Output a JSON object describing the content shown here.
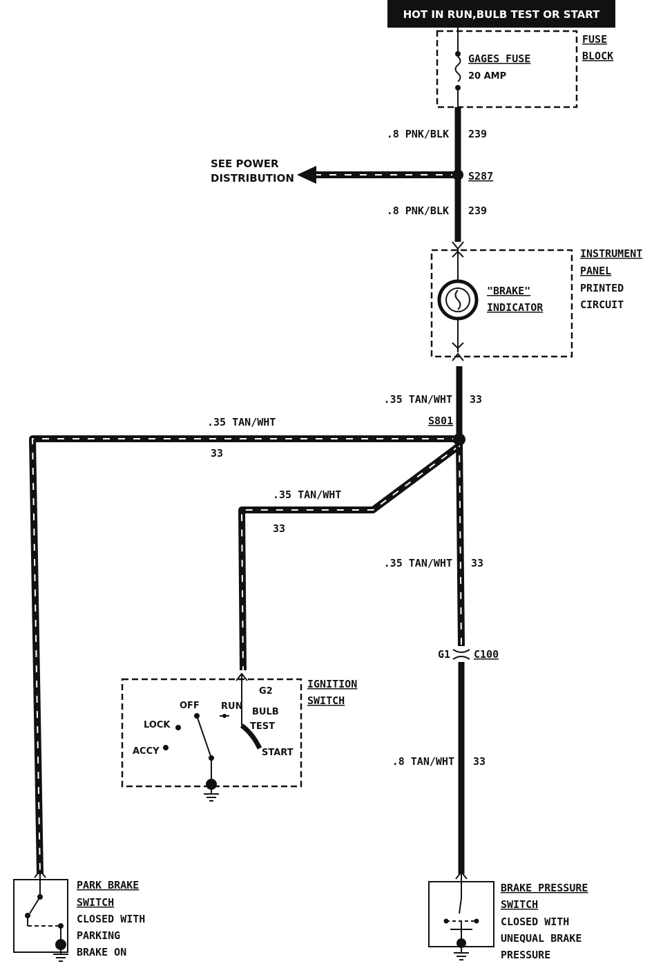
{
  "header": {
    "power_label": "HOT IN RUN,BULB TEST OR START"
  },
  "fuse_block": {
    "title_line1": "FUSE",
    "title_line2": "BLOCK",
    "fuse_name": "GAGES FUSE",
    "fuse_rating": "20 AMP"
  },
  "wires": {
    "w239_upper_size": ".8 PNK/BLK",
    "w239_upper_circuit": "239",
    "splice_s287": "S287",
    "power_distribution_line1": "SEE POWER",
    "power_distribution_line2": "DISTRIBUTION",
    "w239_lower_size": ".8 PNK/BLK",
    "w239_lower_circuit": "239",
    "w33_a_size": ".35 TAN/WHT",
    "w33_a_circuit": "33",
    "splice_s801": "S801",
    "w33_left_size": ".35 TAN/WHT",
    "w33_left_circuit": "33",
    "w33_ign_size": ".35 TAN/WHT",
    "w33_ign_circuit": "33",
    "w33_b_size": ".35 TAN/WHT",
    "w33_b_circuit": "33",
    "connector_pin": "G1",
    "connector_name": "C100",
    "w33_c_size": ".8 TAN/WHT",
    "w33_c_circuit": "33"
  },
  "instrument_panel": {
    "line1": "INSTRUMENT",
    "line2": "PANEL",
    "line3": "PRINTED",
    "line4": "CIRCUIT",
    "indicator_line1": "\"BRAKE\"",
    "indicator_line2": "INDICATOR"
  },
  "ignition_switch": {
    "title_line1": "IGNITION",
    "title_line2": "SWITCH",
    "pin": "G2",
    "pos_off": "OFF",
    "pos_run": "RUN",
    "pos_bulb": "BULB",
    "pos_test": "TEST",
    "pos_lock": "LOCK",
    "pos_accy": "ACCY",
    "pos_start": "START"
  },
  "park_brake_switch": {
    "line1": "PARK BRAKE",
    "line2": "SWITCH",
    "line3": "CLOSED WITH",
    "line4": "PARKING",
    "line5": "BRAKE ON"
  },
  "brake_pressure_switch": {
    "line1": "BRAKE PRESSURE",
    "line2": "SWITCH",
    "line3": "CLOSED WITH",
    "line4": "UNEQUAL BRAKE",
    "line5": "PRESSURE"
  },
  "icons": [
    "fuse-icon",
    "bulb-icon",
    "ground-icon",
    "arrow-left-icon",
    "connector-icon"
  ]
}
